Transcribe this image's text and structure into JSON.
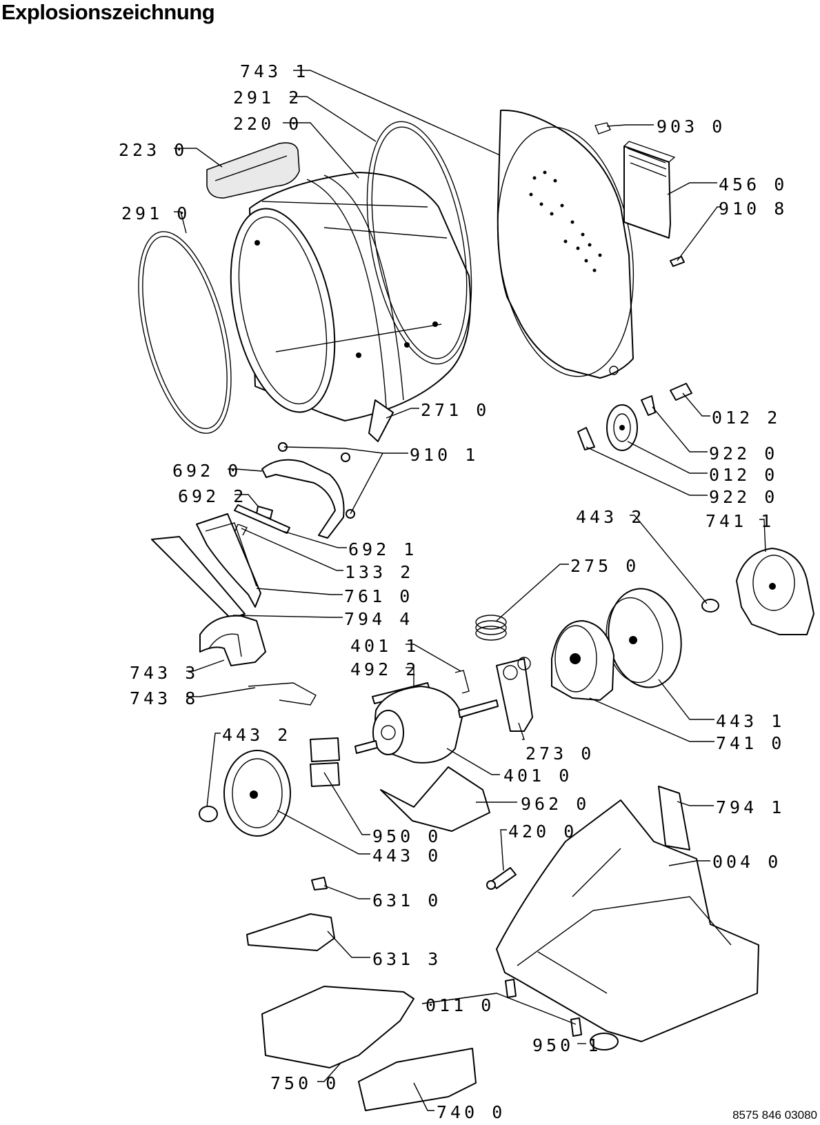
{
  "title": "Explosionszeichnung",
  "document_number": "8575 846 03080",
  "labels": [
    "743 1",
    "291 2",
    "220 0",
    "223 0",
    "291 0",
    "903 0",
    "456 0",
    "910 8",
    "271 0",
    "012 2",
    "910 1",
    "922 0",
    "692 0",
    "012 0",
    "692 2",
    "922 0",
    "443 2",
    "741 1",
    "692 1",
    "133 2",
    "275 0",
    "761 0",
    "794 4",
    "401 1",
    "743 3",
    "492 2",
    "743 8",
    "443 1",
    "741 0",
    "443 2",
    "273 0",
    "401 0",
    "962 0",
    "794 1",
    "950 0",
    "420 0",
    "443 0",
    "004 0",
    "631 0",
    "011 0",
    "631 3",
    "950 1",
    "750 0",
    "740 0"
  ]
}
